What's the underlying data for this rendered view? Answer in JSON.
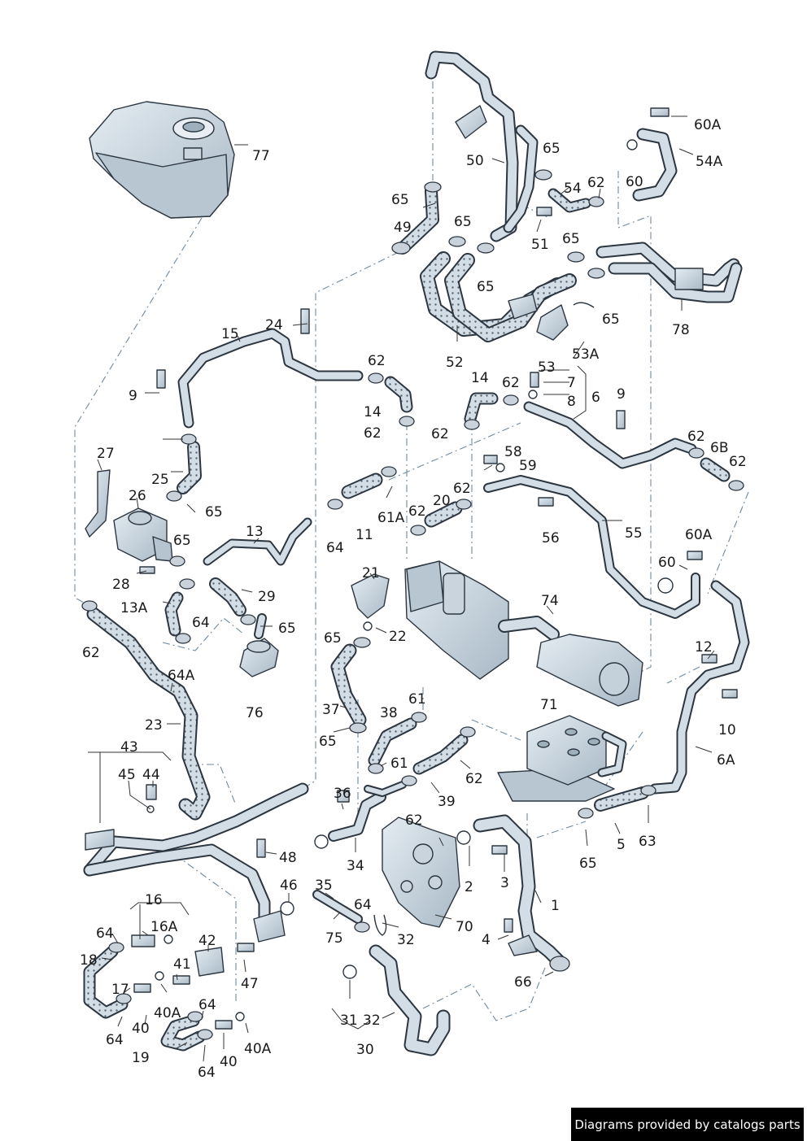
{
  "colors": {
    "part_fill": "#d2dde6",
    "part_shade": "#a9b9c6",
    "outline": "#2c3640",
    "hose_dotted": "#8a97a3",
    "leader": "#333333",
    "dash_line": "#6f8aa0",
    "footer_bg": "#000000",
    "footer_text": "#ffffff"
  },
  "labels": [
    {
      "t": "77"
    },
    {
      "t": "50"
    },
    {
      "t": "65"
    },
    {
      "t": "60A"
    },
    {
      "t": "54A"
    },
    {
      "t": "54"
    },
    {
      "t": "62"
    },
    {
      "t": "60"
    },
    {
      "t": "65"
    },
    {
      "t": "49"
    },
    {
      "t": "65"
    },
    {
      "t": "51"
    },
    {
      "t": "65"
    },
    {
      "t": "65"
    },
    {
      "t": "65"
    },
    {
      "t": "78"
    },
    {
      "t": "52"
    },
    {
      "t": "53A"
    },
    {
      "t": "24"
    },
    {
      "t": "15"
    },
    {
      "t": "62"
    },
    {
      "t": "53"
    },
    {
      "t": "7"
    },
    {
      "t": "8"
    },
    {
      "t": "6"
    },
    {
      "t": "14"
    },
    {
      "t": "62"
    },
    {
      "t": "9"
    },
    {
      "t": "14"
    },
    {
      "t": "62"
    },
    {
      "t": "9"
    },
    {
      "t": "62"
    },
    {
      "t": "62"
    },
    {
      "t": "6B"
    },
    {
      "t": "62"
    },
    {
      "t": "58"
    },
    {
      "t": "59"
    },
    {
      "t": "27"
    },
    {
      "t": "25"
    },
    {
      "t": "26"
    },
    {
      "t": "65"
    },
    {
      "t": "61A"
    },
    {
      "t": "11"
    },
    {
      "t": "64"
    },
    {
      "t": "20"
    },
    {
      "t": "62"
    },
    {
      "t": "62"
    },
    {
      "t": "56"
    },
    {
      "t": "55"
    },
    {
      "t": "13"
    },
    {
      "t": "65"
    },
    {
      "t": "60A"
    },
    {
      "t": "60"
    },
    {
      "t": "28"
    },
    {
      "t": "21"
    },
    {
      "t": "29"
    },
    {
      "t": "13A"
    },
    {
      "t": "74"
    },
    {
      "t": "64"
    },
    {
      "t": "65"
    },
    {
      "t": "22"
    },
    {
      "t": "65"
    },
    {
      "t": "62"
    },
    {
      "t": "12"
    },
    {
      "t": "64A"
    },
    {
      "t": "61"
    },
    {
      "t": "37"
    },
    {
      "t": "76"
    },
    {
      "t": "38"
    },
    {
      "t": "71"
    },
    {
      "t": "10"
    },
    {
      "t": "23"
    },
    {
      "t": "65"
    },
    {
      "t": "61"
    },
    {
      "t": "6A"
    },
    {
      "t": "43"
    },
    {
      "t": "45"
    },
    {
      "t": "44"
    },
    {
      "t": "62"
    },
    {
      "t": "39"
    },
    {
      "t": "36"
    },
    {
      "t": "62"
    },
    {
      "t": "63"
    },
    {
      "t": "5"
    },
    {
      "t": "65"
    },
    {
      "t": "48"
    },
    {
      "t": "34"
    },
    {
      "t": "2"
    },
    {
      "t": "3"
    },
    {
      "t": "46"
    },
    {
      "t": "35"
    },
    {
      "t": "16"
    },
    {
      "t": "64"
    },
    {
      "t": "1"
    },
    {
      "t": "16A"
    },
    {
      "t": "64"
    },
    {
      "t": "42"
    },
    {
      "t": "70"
    },
    {
      "t": "75"
    },
    {
      "t": "32"
    },
    {
      "t": "4"
    },
    {
      "t": "18"
    },
    {
      "t": "41"
    },
    {
      "t": "47"
    },
    {
      "t": "17"
    },
    {
      "t": "40A"
    },
    {
      "t": "66"
    },
    {
      "t": "64"
    },
    {
      "t": "64"
    },
    {
      "t": "40"
    },
    {
      "t": "31"
    },
    {
      "t": "32"
    },
    {
      "t": "19"
    },
    {
      "t": "40"
    },
    {
      "t": "40A"
    },
    {
      "t": "30"
    },
    {
      "t": "64"
    }
  ],
  "footer": {
    "text": "Diagrams provided by catalogs parts"
  }
}
